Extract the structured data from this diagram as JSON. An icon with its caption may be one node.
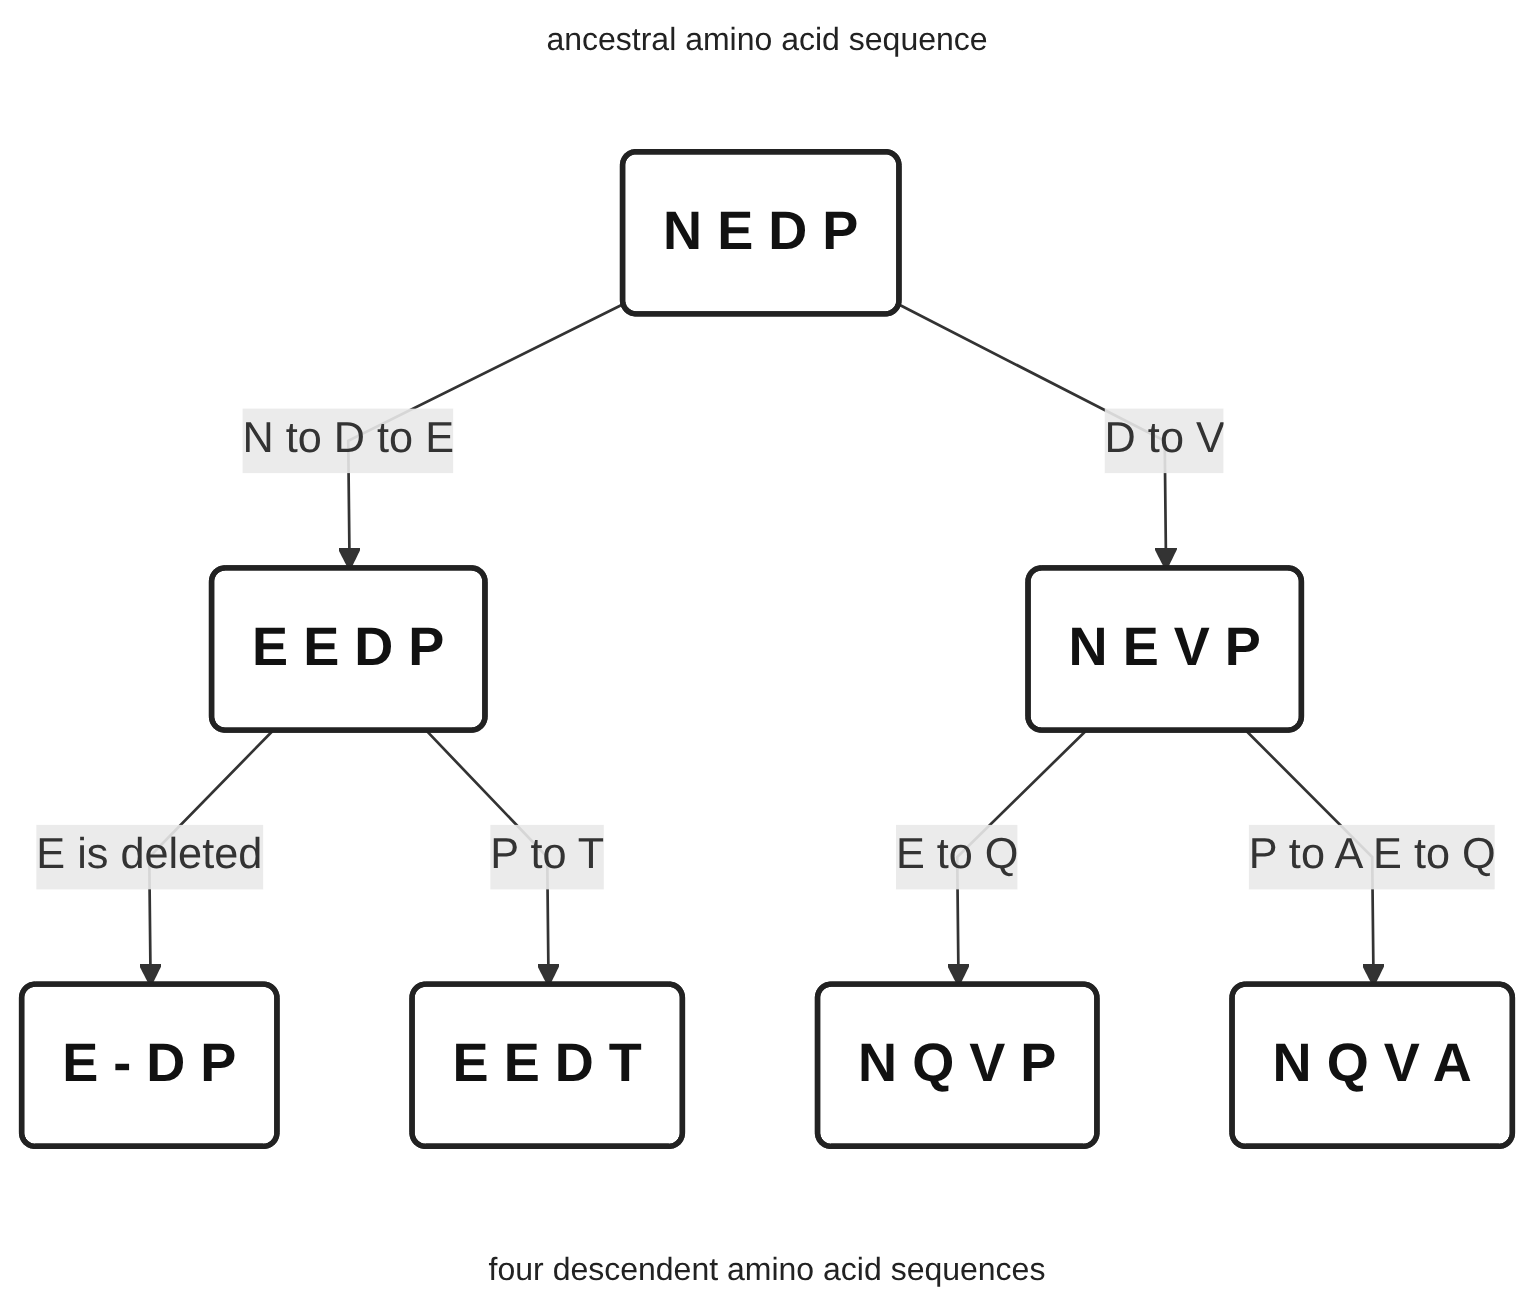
{
  "diagram": {
    "title": "ancestral amino acid sequence",
    "caption": "four descendent amino acid sequences",
    "nodes": [
      {
        "text": [
          "N E D P"
        ]
      },
      {
        "text": [
          "E E D P"
        ]
      },
      {
        "text": [
          "N E V P"
        ]
      },
      {
        "text": [
          "E - D P"
        ]
      },
      {
        "text": [
          "E E D T"
        ]
      },
      {
        "text": [
          "N Q V P"
        ]
      },
      {
        "text": [
          "N Q V A"
        ]
      }
    ],
    "edges": [
      {
        "from": 0,
        "to": 1,
        "arrow": "to",
        "label": "N to D to E"
      },
      {
        "from": 0,
        "to": 2,
        "arrow": "to",
        "label": "D to V"
      },
      {
        "from": 1,
        "to": 3,
        "arrow": "to",
        "label": "E is deleted"
      },
      {
        "from": 1,
        "to": 4,
        "arrow": "to",
        "label": "P to T"
      },
      {
        "from": 2,
        "to": 5,
        "arrow": "to",
        "label": "E to Q"
      },
      {
        "from": 2,
        "to": 6,
        "arrow": "to",
        "label": "P to A E to Q"
      }
    ]
  }
}
